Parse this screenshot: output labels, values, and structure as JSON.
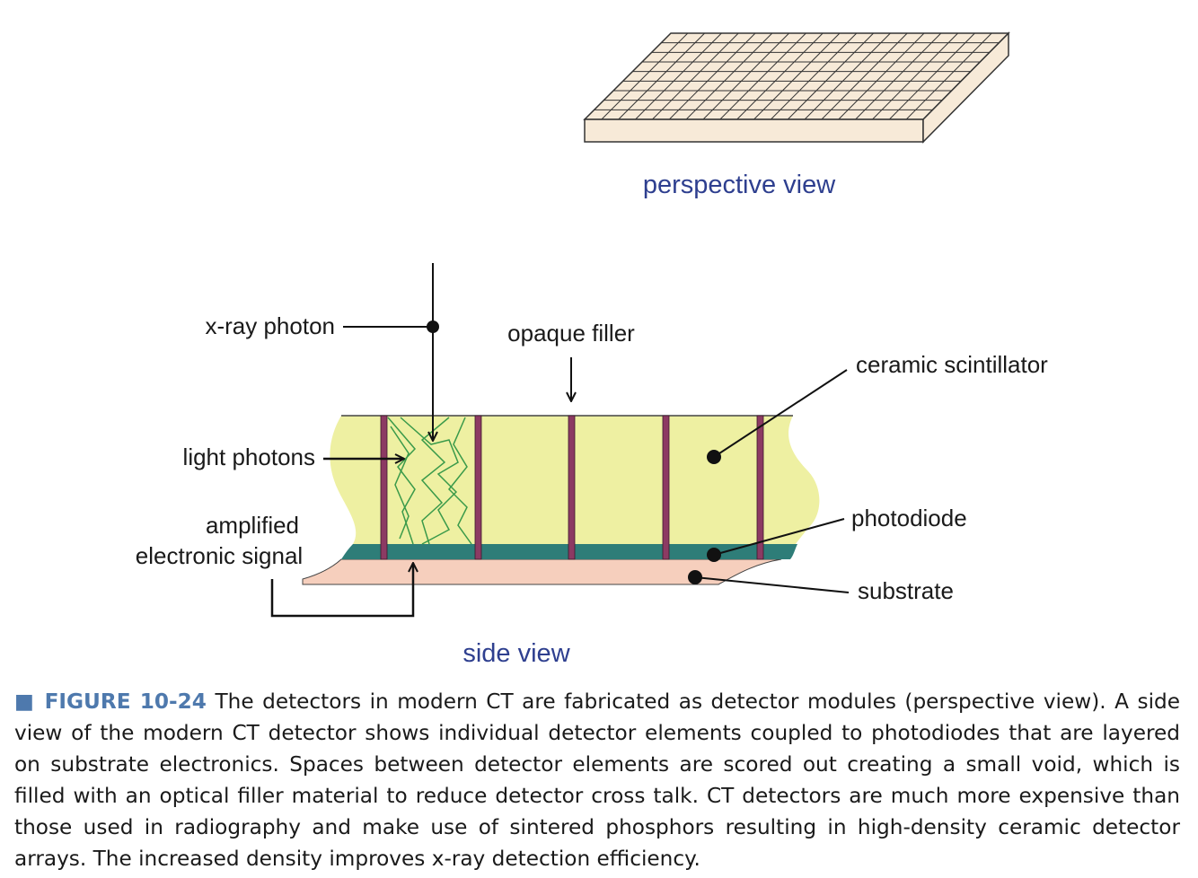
{
  "diagram": {
    "views": {
      "perspective": "perspective view",
      "side": "side view"
    },
    "labels": {
      "xray_photon": "x-ray photon",
      "opaque_filler": "opaque filler",
      "ceramic_scintillator": "ceramic scintillator",
      "light_photons": "light photons",
      "amplified_line1": "amplified",
      "amplified_line2": "electronic signal",
      "photodiode": "photodiode",
      "substrate": "substrate"
    },
    "colors": {
      "scintillator": "#eef0a2",
      "photodiode": "#2e7d78",
      "substrate": "#f6cfbd",
      "opaque_filler": "#8c3a63",
      "light_photon_paths": "#3a9a4a",
      "module_face": "#f7ead8",
      "view_label": "#2e3f8f"
    }
  },
  "caption": {
    "marker": "■",
    "figure_number": "FIGURE 10-24",
    "text": "The detectors in modern CT are fabricated as detector modules (perspective view). A side view of the modern CT detector shows individual detector elements coupled to photodiodes that are layered on substrate electronics. Spaces between detector elements are scored out creating a small void, which is filled with an optical filler material to reduce detector cross talk. CT detectors are much more expensive than those used in radiography and make use of sintered phosphors resulting in high-density ceramic detector arrays. The increased density improves x-ray detection efficiency."
  }
}
